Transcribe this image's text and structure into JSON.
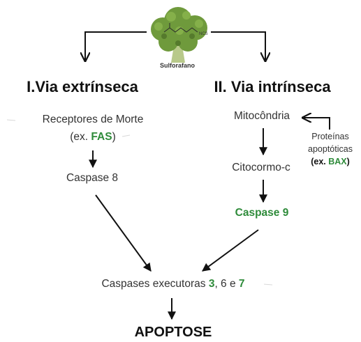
{
  "top": {
    "compound_label": "Sulforafano",
    "molecule_label": "NCS",
    "broccoli_color": "#6f9a3c"
  },
  "left": {
    "heading": "I.Via extrínseca",
    "receptors_line1": "Receptores de Morte",
    "receptors_ex_prefix": "(ex. ",
    "receptors_ex_value": "FAS",
    "receptors_ex_suffix": ")",
    "caspase": "Caspase 8"
  },
  "right": {
    "heading": "II. Via intrínseca",
    "mito": "Mitocôndria",
    "proteins_line1": "Proteínas",
    "proteins_line2": "apoptóticas",
    "proteins_ex_prefix": "(ex. ",
    "proteins_ex_value": "BAX",
    "proteins_ex_suffix": ")",
    "cyto": "Citocormo-c",
    "caspase": "Caspase 9"
  },
  "bottom": {
    "executors_prefix": "Caspases executoras ",
    "exec_3": "3",
    "exec_sep1": ", 6 e ",
    "exec_7": "7",
    "final": "APOPTOSE"
  },
  "colors": {
    "highlight_green": "#2e8b3a",
    "arrow": "#111111"
  }
}
